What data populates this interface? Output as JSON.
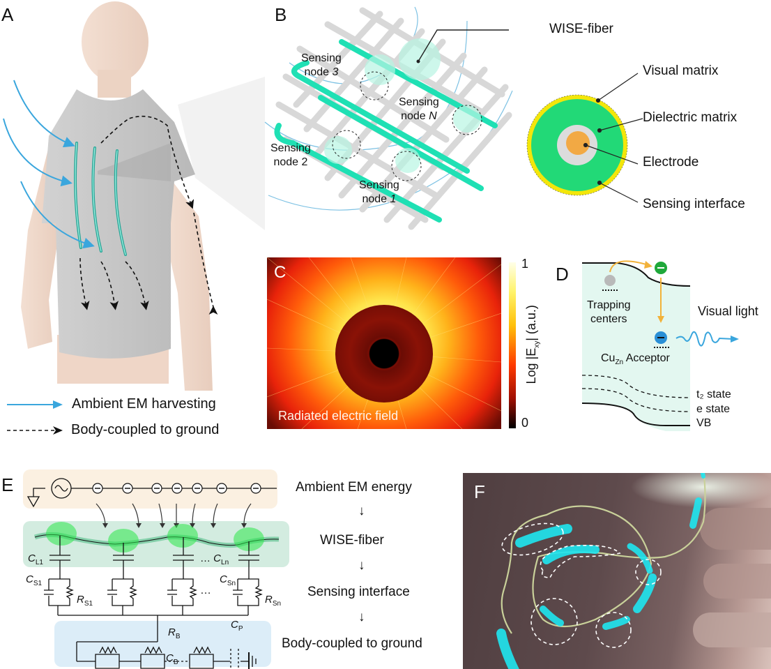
{
  "figure": {
    "panels": {
      "A": {
        "letter": "A",
        "legend": [
          {
            "symbol": "solid-blue-arrow",
            "label": "Ambient EM harvesting",
            "color": "#3aa6dd"
          },
          {
            "symbol": "dashed-black-arrow",
            "label": "Body-coupled to ground",
            "color": "#111111"
          }
        ],
        "colors": {
          "shirt": "#c9c9c9",
          "skin": "#f0d8c8",
          "fiber": "#3cc9b0",
          "em_arrow": "#3aa6dd"
        }
      },
      "B": {
        "letter": "B",
        "fiber_callout": "WISE-fiber",
        "nodes": [
          {
            "line1": "Sensing",
            "line2_prefix": "node ",
            "line2_index": "3"
          },
          {
            "line1": "Sensing",
            "line2_prefix": "node ",
            "line2_index": "N"
          },
          {
            "line1": "Sensing",
            "line2_prefix": "node ",
            "line2_index": "2"
          },
          {
            "line1": "Sensing",
            "line2_prefix": "node ",
            "line2_index": "1"
          }
        ],
        "cross_section": [
          {
            "label": "Visual matrix",
            "color": "#22d977"
          },
          {
            "label": "Dielectric matrix",
            "color": "#dcdcdc"
          },
          {
            "label": "Electrode",
            "color": "#f2a944"
          },
          {
            "label": "Sensing interface",
            "color": "#f3e60a"
          }
        ],
        "colors": {
          "yarn": "#d4d4d4",
          "wise_fiber": "#1fe0b4"
        }
      },
      "C": {
        "letter": "C",
        "caption": "Radiated electric field",
        "colorbar": {
          "max": "1",
          "min": "0",
          "label_prefix": "Log |E",
          "label_sub": "xy",
          "label_suffix": "| (a.u.)"
        },
        "colors": {
          "hot": "#ffffc0",
          "mid": "#ff2a00",
          "cold": "#000000"
        }
      },
      "D": {
        "letter": "D",
        "trapping_line1": "Trapping",
        "trapping_line2": "centers",
        "acceptor_prefix": "Cu",
        "acceptor_sub": "Zn",
        "acceptor_suffix": " Acceptor",
        "emission": "Visual light",
        "levels": [
          "t₂ state",
          "e state",
          "VB"
        ],
        "colors": {
          "band": "#e3f7f0",
          "electron_top": "#1fa83a",
          "electron_bottom": "#2a8fd6",
          "transition": "#f2b23a",
          "light": "#3aa6dd"
        }
      },
      "E": {
        "letter": "E",
        "flow": [
          "Ambient EM energy",
          "WISE-fiber",
          "Sensing interface",
          "Body-coupled to ground"
        ],
        "flow_arrow": "↓",
        "components": {
          "CL1": {
            "main": "C",
            "sub": "L1"
          },
          "CLn": {
            "main": "C",
            "sub": "Ln"
          },
          "CS1": {
            "main": "C",
            "sub": "S1"
          },
          "CSn": {
            "main": "C",
            "sub": "Sn"
          },
          "RS1": {
            "main": "R",
            "sub": "S1"
          },
          "RSn": {
            "main": "R",
            "sub": "Sn"
          },
          "RB": {
            "main": "R",
            "sub": "B"
          },
          "CB": {
            "main": "C",
            "sub": "B"
          },
          "CP": {
            "main": "C",
            "sub": "P"
          }
        },
        "ellipsis": "…",
        "colors": {
          "em_band": "#fbf0e1",
          "fiber_band": "#d3ece0",
          "body_band": "#dcedf8",
          "glow": "#2ce84a"
        }
      },
      "F": {
        "letter": "F",
        "colors": {
          "background": "#5e4a4a",
          "glow": "#1fe6f0",
          "fiber": "#c9d19a"
        }
      }
    }
  }
}
